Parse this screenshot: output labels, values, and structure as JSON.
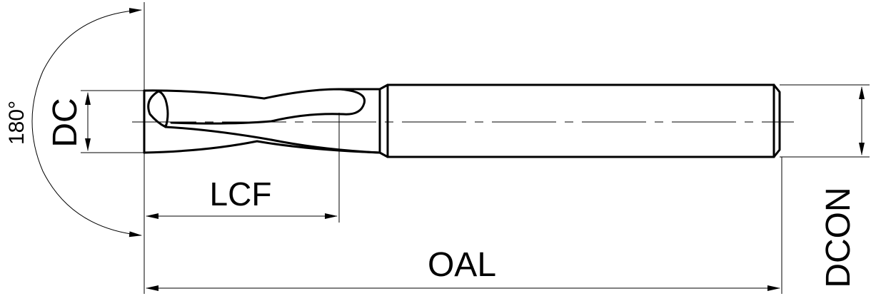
{
  "labels": {
    "angle": "180°",
    "dc": "DC",
    "lcf": "LCF",
    "oal": "OAL",
    "dcon": "DCON"
  },
  "colors": {
    "line": "#000000",
    "background": "#ffffff"
  }
}
